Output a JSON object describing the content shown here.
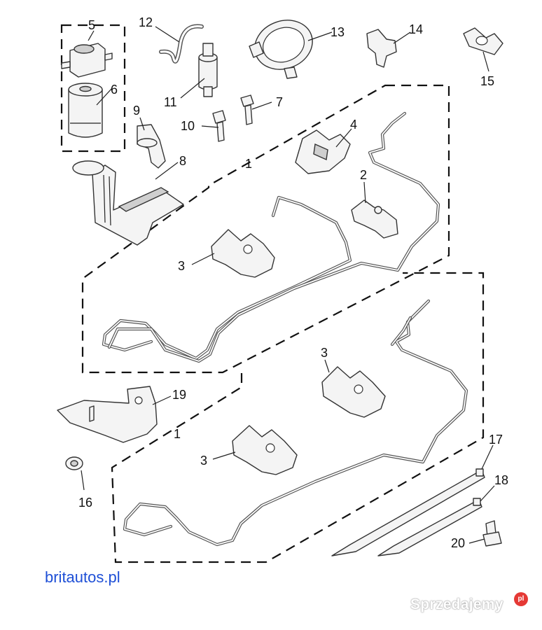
{
  "callouts": {
    "c1a": "1",
    "c1b": "1",
    "c2": "2",
    "c3a": "3",
    "c3b": "3",
    "c3c": "3",
    "c4": "4",
    "c5": "5",
    "c6": "6",
    "c7": "7",
    "c8": "8",
    "c9": "9",
    "c10": "10",
    "c11": "11",
    "c12": "12",
    "c13": "13",
    "c14": "14",
    "c15": "15",
    "c16": "16",
    "c17": "17",
    "c18": "18",
    "c19": "19",
    "c20": "20"
  },
  "site_label": "britautos.pl",
  "watermark": {
    "text": "Sprzedajemy",
    "badge": "pl",
    "badge_color": "#e53935"
  },
  "colors": {
    "site_label": "#1e4fd6"
  }
}
